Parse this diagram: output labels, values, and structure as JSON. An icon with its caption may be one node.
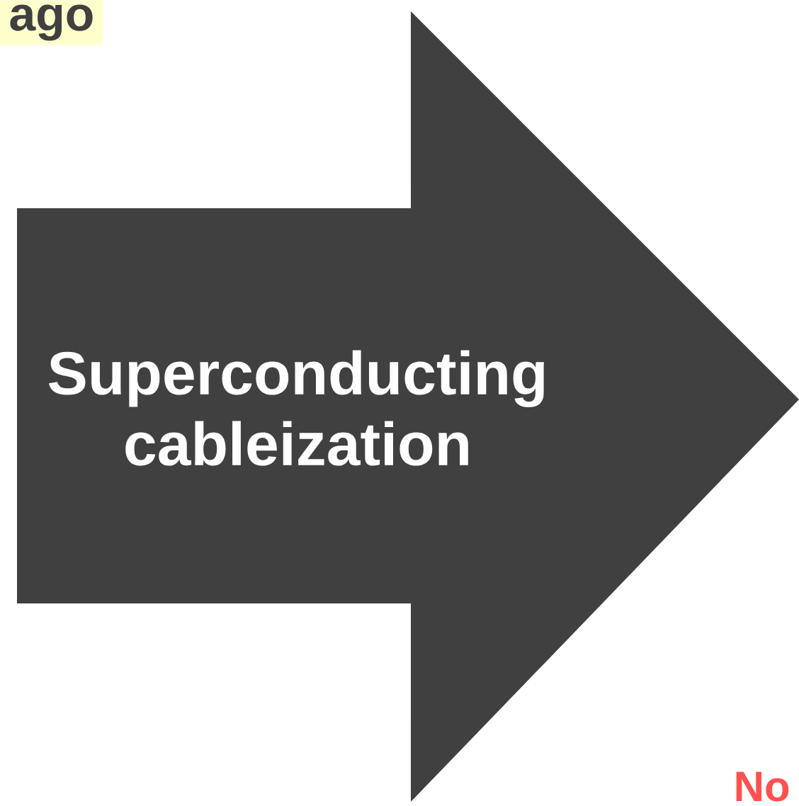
{
  "diagram": {
    "nodes": [
      {
        "text": [
          "Superconducting cableization"
        ]
      }
    ],
    "labels": [
      "ago",
      "No"
    ]
  }
}
